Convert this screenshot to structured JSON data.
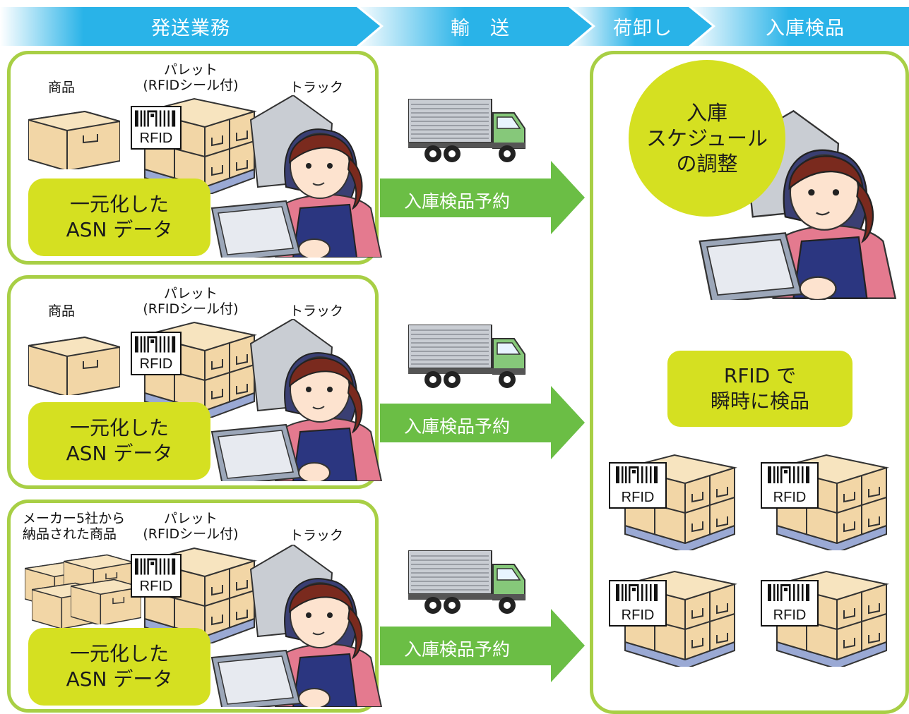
{
  "header": {
    "phases": [
      "発送業務",
      "輸　送",
      "荷卸し",
      "入庫検品"
    ]
  },
  "colors": {
    "phase_blue": "#29b3e8",
    "panel_border": "#a8cf45",
    "arrow_green": "#6bbe45",
    "asn_fill": "#d5e021",
    "pallet_blue": "#9aa9d4",
    "box_tan": "#f2d6a6"
  },
  "panels": [
    {
      "product_label": "商品",
      "pallet_label_line1": "パレット",
      "pallet_label_line2": "(RFIDシール付)",
      "truck_label": "トラック",
      "rfid": "RFID",
      "asn_line1": "一元化した",
      "asn_line2": "ASN データ",
      "arrow_label": "入庫検品予約"
    },
    {
      "product_label": "商品",
      "pallet_label_line1": "パレット",
      "pallet_label_line2": "(RFIDシール付)",
      "truck_label": "トラック",
      "rfid": "RFID",
      "asn_line1": "一元化した",
      "asn_line2": "ASN データ",
      "arrow_label": "入庫検品予約"
    },
    {
      "product_label_line1": "メーカー5社から",
      "product_label_line2": "納品された商品",
      "pallet_label_line1": "パレット",
      "pallet_label_line2": "(RFIDシール付)",
      "truck_label": "トラック",
      "rfid": "RFID",
      "asn_line1": "一元化した",
      "asn_line2": "ASN データ",
      "arrow_label": "入庫検品予約"
    }
  ],
  "receiving": {
    "schedule_line1": "入庫",
    "schedule_line2": "スケジュール",
    "schedule_line3": "の調整",
    "inspect_line1": "RFID で",
    "inspect_line2": "瞬時に検品",
    "pallet_tags": [
      "RFID",
      "RFID",
      "RFID",
      "RFID"
    ]
  }
}
